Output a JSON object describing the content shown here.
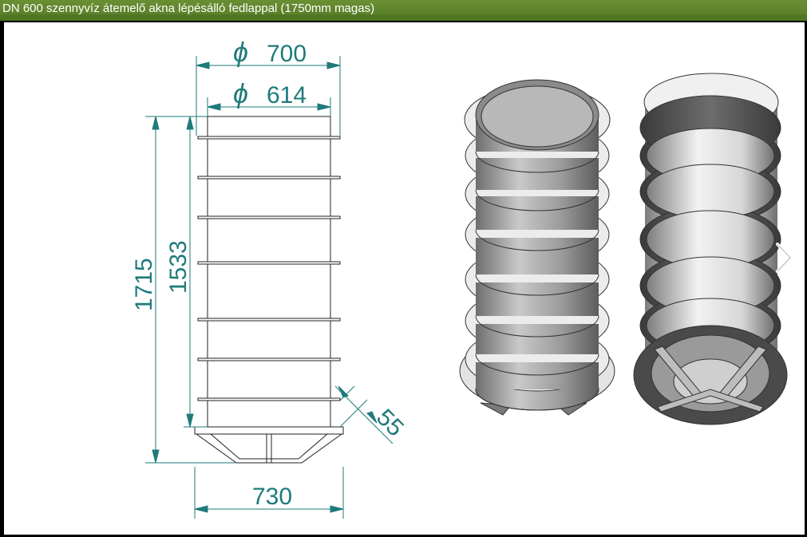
{
  "window": {
    "title": "DN 600 szennyvíz átemelő akna lépésálló fedlappal (1750mm magas)"
  },
  "drawing": {
    "dimensions": {
      "outer_diameter": "700",
      "inner_diameter": "614",
      "total_height": "1715",
      "body_height": "1533",
      "rib_thickness": "55",
      "base_width": "730"
    },
    "diameter_symbol": "ϕ",
    "colors": {
      "dimension_lines": "#1f7a7a",
      "drawing_lines": "#222222",
      "render_light": "#eeeeee",
      "render_dark": "#555555"
    }
  },
  "gallery": {
    "next_icon": "chevron-right-icon"
  }
}
